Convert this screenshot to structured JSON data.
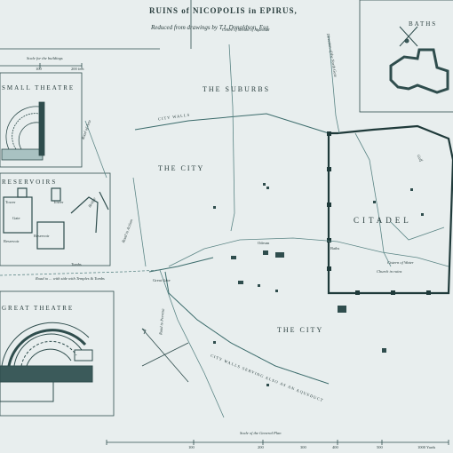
{
  "map": {
    "title_line1": "RUINS of NICOPOLIS in EPIRUS,",
    "title_line2": "Reduced from drawings by T.L.Donaldson, Esq.",
    "scale_top_caption": "Scale for the buildings",
    "inset_small_theatre": "SMALL THEATRE",
    "inset_reservoirs": "RESERVOIRS",
    "inset_great_theatre": "GREAT THEATRE",
    "inset_baths": "BATHS",
    "label_suburbs": "THE SUBURBS",
    "label_city_north": "THE CITY",
    "label_city_south": "THE CITY",
    "label_citadel": "CITADEL",
    "label_city_walls": "CITY WALLS",
    "label_great_gate": "Great Gate",
    "label_odeum": "Odeum",
    "label_baths_small": "Baths",
    "label_church": "Church in ruins",
    "label_cistern": "Cistern of Water",
    "label_tower": "Tower",
    "label_tower2": "Tower",
    "label_gate": "Gate",
    "label_reservoir1": "Reservoir",
    "label_reservoir2": "Reservoir",
    "label_bridge": "Bridge",
    "label_tombs": "Tombs",
    "label_road_tombs": "Road to ... with side with Temples & Tombs",
    "label_road_arta": "Road of Arta",
    "label_road_actium": "Road to Actium",
    "label_road_prevesa": "Road to Prevesa",
    "label_aqueduct": "CITY WALLS SERVING ALSO AS AN AQUEDUCT",
    "label_north_road": "Direction of the North Gate",
    "label_gulf": "Gulf",
    "label_centre_of_stream": "Centre of Stream of Aqueduct",
    "scale_caption": "Scale of the General Plan",
    "scale_ticks": [
      "100",
      "200",
      "300",
      "400",
      "500",
      "1000 Yards"
    ],
    "scale_top_ticks": [
      "100",
      "200 feet"
    ]
  }
}
